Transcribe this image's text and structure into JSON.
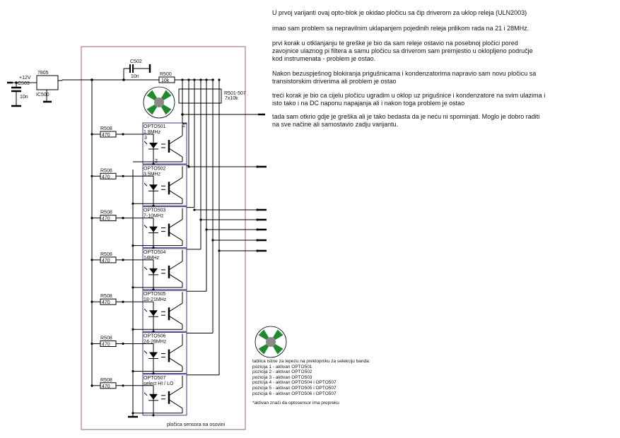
{
  "notes": [
    "U prvoj varijanti ovaj opto-blok je okidao pločicu sa čip driverom za uklop releja (ULN2003)",
    "imao sam problem sa nepravilnim uklapanjem pojedinih releja prilikom rada na 21 i 28MHz.",
    "prvi korak u otklanjanju te greške je bio da sam releje ostavio na posebnoj pločici pored zavojnice ulaznog pi filtera a samu pločicu sa driverom sam premjestio u oklopljeno područje kod instrumenata - problem je ostao.",
    "Nakon bezuspješnog blokiranja prigušnicama i kondenzatorima napravio sam novu pločicu sa transistorskim driverima ali problem je ostao",
    "treći korak je bio ca cijelu pločicu ugradim u oklop uz prigušnice i kondenzatore na svim ulazima i isto tako i na DC naponu napajanja ali i nakon toga problem je ostao",
    "tada sam otkrio gdje je greška ali je tako bedasta da je neću ni spominjati. Moglo je dobro raditi na sve načine ali samostavio zadju varijantu."
  ],
  "supply": {
    "voltage": "+12V",
    "c503": "C503",
    "c503_val": "10n",
    "reg": "7805",
    "ic": "IC500"
  },
  "c502": {
    "name": "C502",
    "val": "10n"
  },
  "r500": {
    "name": "R500",
    "val": "10k"
  },
  "rnet": {
    "name": "R501-507",
    "val": "7x10k"
  },
  "resistor": {
    "name": "R508",
    "val": "470"
  },
  "pins": {
    "p1": "1",
    "p2": "2",
    "p3": "3"
  },
  "optos": [
    {
      "name": "OPTO501",
      "band": "1.8MHz"
    },
    {
      "name": "OPTO502",
      "band": "3.5MHz"
    },
    {
      "name": "OPTO503",
      "band": "7-10MHz"
    },
    {
      "name": "OPTO504",
      "band": "14MHz"
    },
    {
      "name": "OPTO505",
      "band": "18-21MHz"
    },
    {
      "name": "OPTO506",
      "band": "24-28MHz"
    },
    {
      "name": "OPTO507",
      "band": "select HI / LO"
    }
  ],
  "board_label": "pločica sensora na osovini",
  "truth_table": {
    "title": "tablica istine za lepezu na preklopniku za selekciju banda:",
    "rows": [
      "pozicija 1 - aktivan OPTO501",
      "pozicija 2 - aktivan OPTO502",
      "pozicija 3 - aktivan OPTO503",
      "pozicija 4 - aktivan OPTO504 i OPTO507",
      "pozicija 5 - aktivan OPTO505 i OPTO507",
      "pozicija 6 - aktivan OPTO506 i OPTO507"
    ],
    "footnote": "*aktivan znači da optosensor ima prepreku"
  },
  "colors": {
    "board": "#a0606a",
    "opto": "#3a3a80",
    "fan": "#1f8a2a",
    "hub": "#8a8a8a"
  }
}
